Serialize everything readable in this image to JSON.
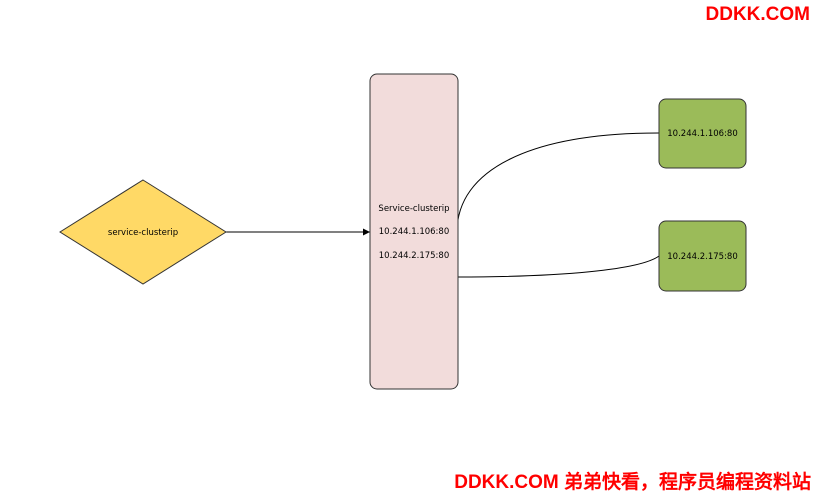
{
  "colors": {
    "diamond_fill": "#ffd966",
    "diamond_stroke": "#333333",
    "service_fill": "#f2dcdb",
    "service_stroke": "#333333",
    "pod_fill": "#9bbb59",
    "pod_stroke": "#333333",
    "edge": "#000000",
    "watermark": "#ff0000"
  },
  "diagram": {
    "client": {
      "label": "service-clusterip"
    },
    "service": {
      "title": "Service-clusterip",
      "endpoints": [
        "10.244.1.106:80",
        "10.244.2.175:80"
      ]
    },
    "pods": [
      {
        "label": "10.244.1.106:80"
      },
      {
        "label": "10.244.2.175:80"
      }
    ]
  },
  "watermark": {
    "top": "DDKK.COM",
    "bottom": "DDKK.COM 弟弟快看，程序员编程资料站"
  }
}
